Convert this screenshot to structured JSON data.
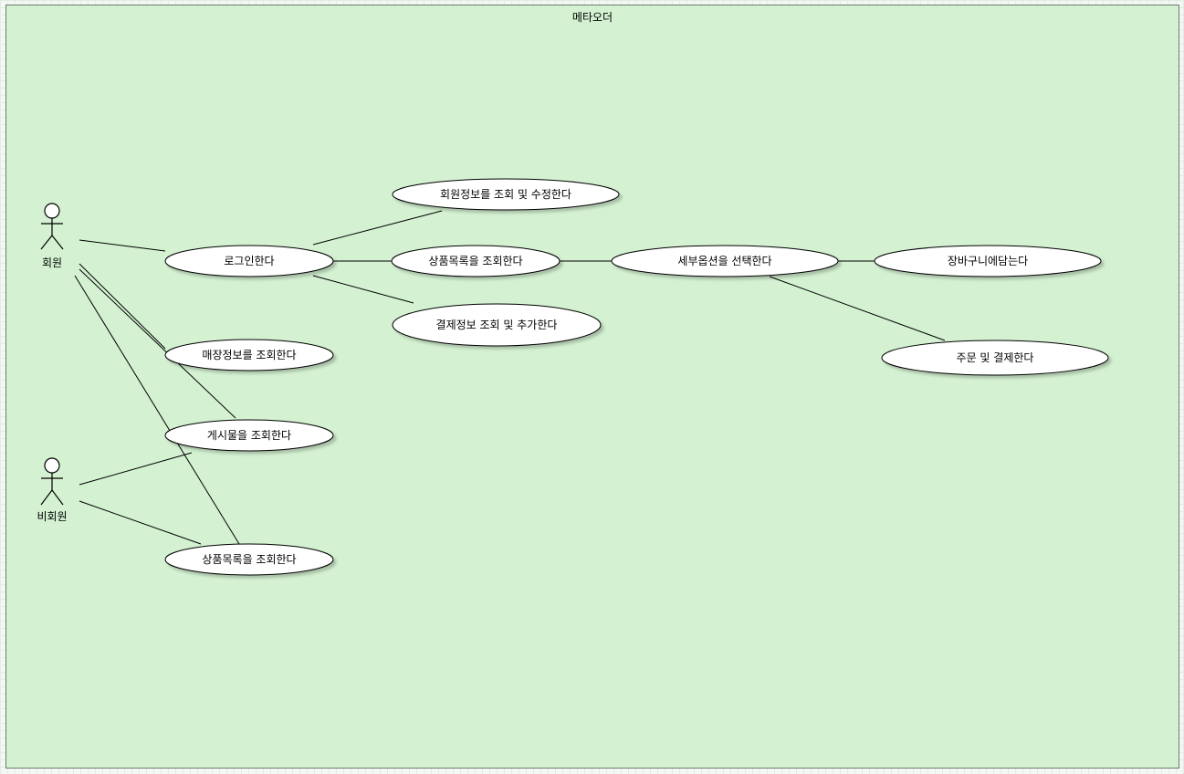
{
  "system": {
    "title": "메타오더"
  },
  "actors": {
    "member": "회원",
    "non_member": "비회원"
  },
  "use_cases": {
    "login": "로그인한다",
    "member_info": "회원정보를 조회 및 수정한다",
    "product_list": "상품목록을 조회한다",
    "payment_info": "결제정보 조회 및 추가한다",
    "detail_option": "세부옵션을 선택한다",
    "cart": "장바구니에담는다",
    "order_pay": "주문 및 결제한다",
    "store_info": "매장정보를 조회한다",
    "board": "게시물을 조회한다",
    "product_list_guest": "상품목록을 조회한다"
  },
  "colors": {
    "boundary_fill": "#d4f2d2",
    "usecase_fill": "#ffffff",
    "stroke": "#000000"
  }
}
